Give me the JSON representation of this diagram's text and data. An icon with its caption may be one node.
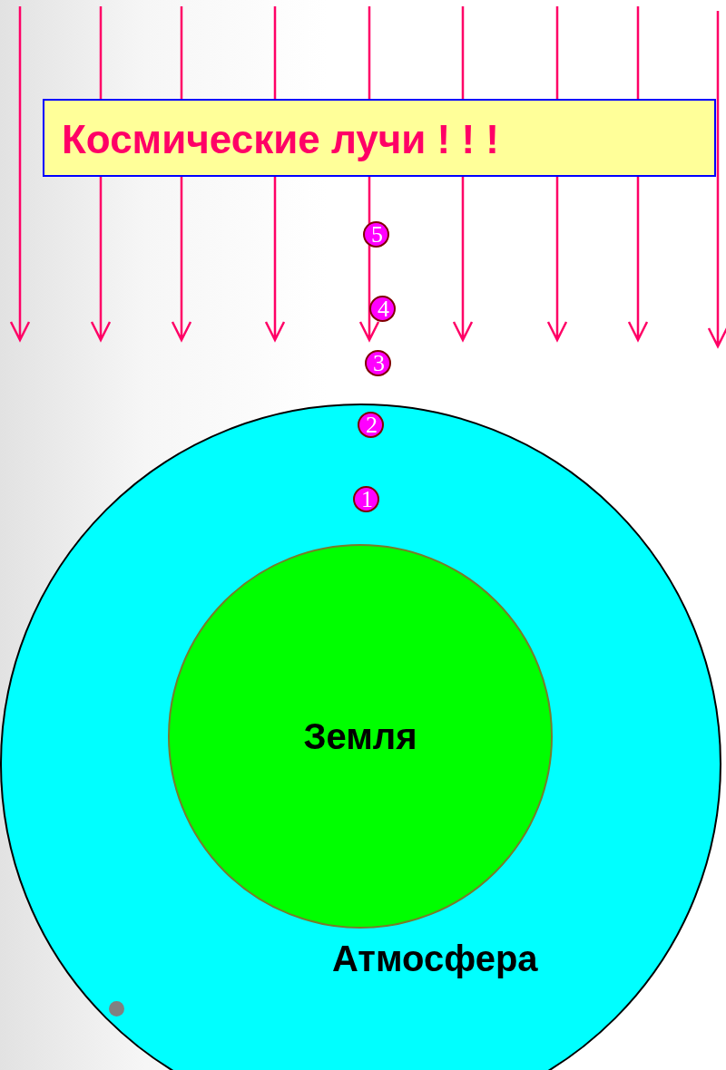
{
  "diagram": {
    "nodes": [
      {
        "text": [
          "Космические лучи ! ! !"
        ]
      },
      {
        "text": [
          "5"
        ]
      },
      {
        "text": [
          "4"
        ]
      },
      {
        "text": [
          "3"
        ]
      },
      {
        "text": [
          "Атмосфера"
        ]
      },
      {
        "text": [
          "2"
        ],
        "in": 4
      },
      {
        "text": [
          "1"
        ],
        "in": 4
      },
      {
        "text": [
          "Земля"
        ],
        "in": 4
      }
    ]
  }
}
